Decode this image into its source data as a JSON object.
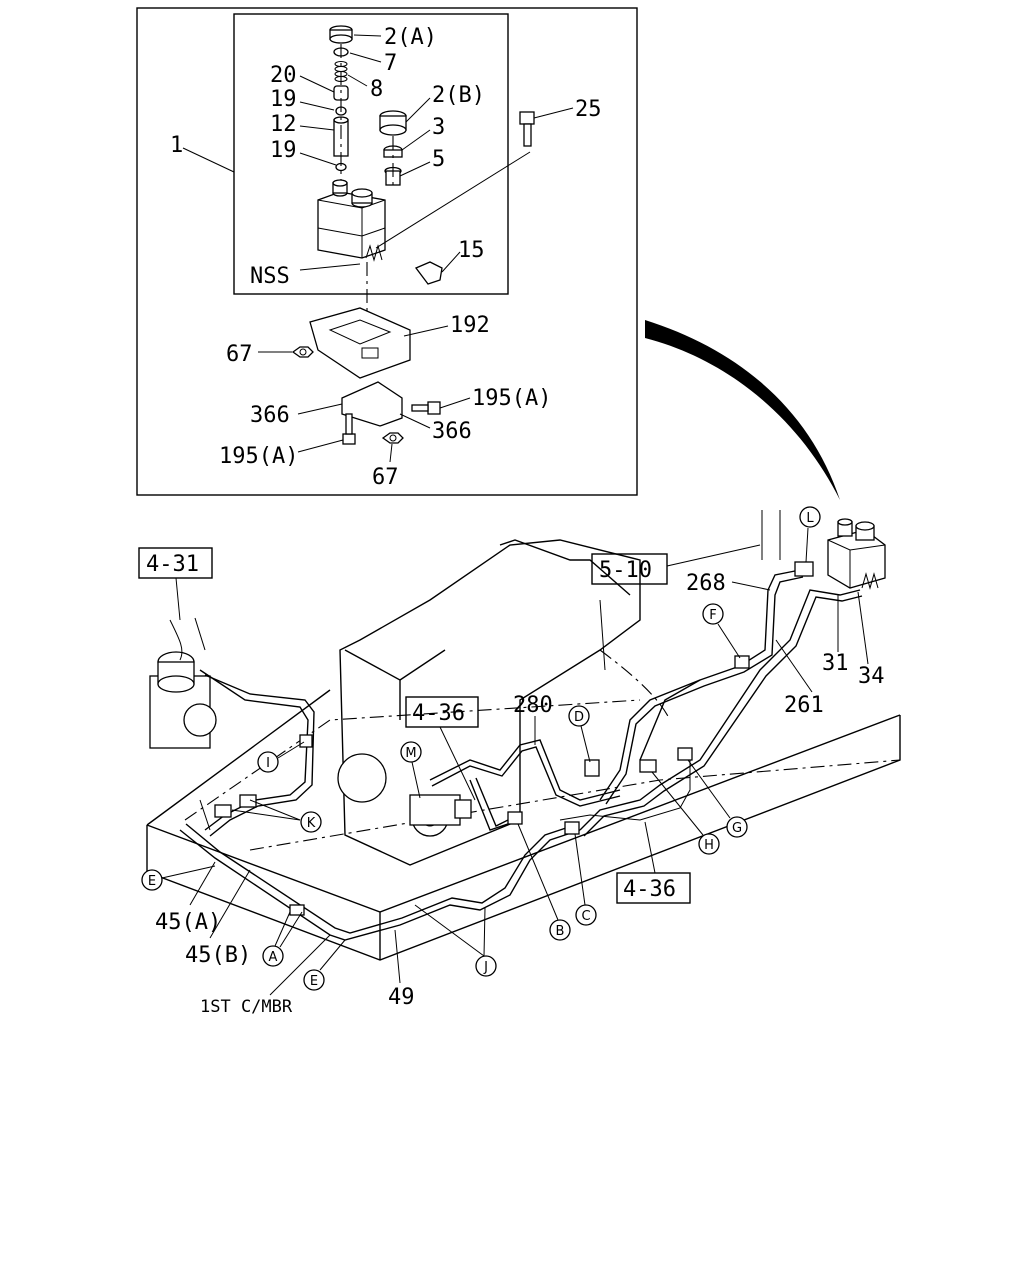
{
  "inset": {
    "labels": {
      "p1": "1",
      "p2a": "2(A)",
      "p7": "7",
      "p20": "20",
      "p8": "8",
      "p2b": "2(B)",
      "p19a": "19",
      "p12": "12",
      "p3": "3",
      "p19b": "19",
      "p5": "5",
      "p25": "25",
      "p15": "15",
      "nss": "NSS",
      "p192": "192",
      "p67a": "67",
      "p195a1": "195(A)",
      "p366a": "366",
      "p366b": "366",
      "p195a2": "195(A)",
      "p67b": "67"
    }
  },
  "main": {
    "refs": {
      "r431": "4-31",
      "r510": "5-10",
      "r436a": "4-36",
      "r436b": "4-36"
    },
    "labels": {
      "p268": "268",
      "p31": "31",
      "p34": "34",
      "p261": "261",
      "p280": "280",
      "p45a": "45(A)",
      "p45b": "45(B)",
      "p49": "49",
      "cmbr": "1ST C/MBR"
    },
    "callouts": {
      "A": "A",
      "B": "B",
      "C": "C",
      "D": "D",
      "E1": "E",
      "E2": "E",
      "F": "F",
      "G": "G",
      "H": "H",
      "I": "I",
      "J": "J",
      "K": "K",
      "L": "L",
      "M": "M"
    }
  }
}
